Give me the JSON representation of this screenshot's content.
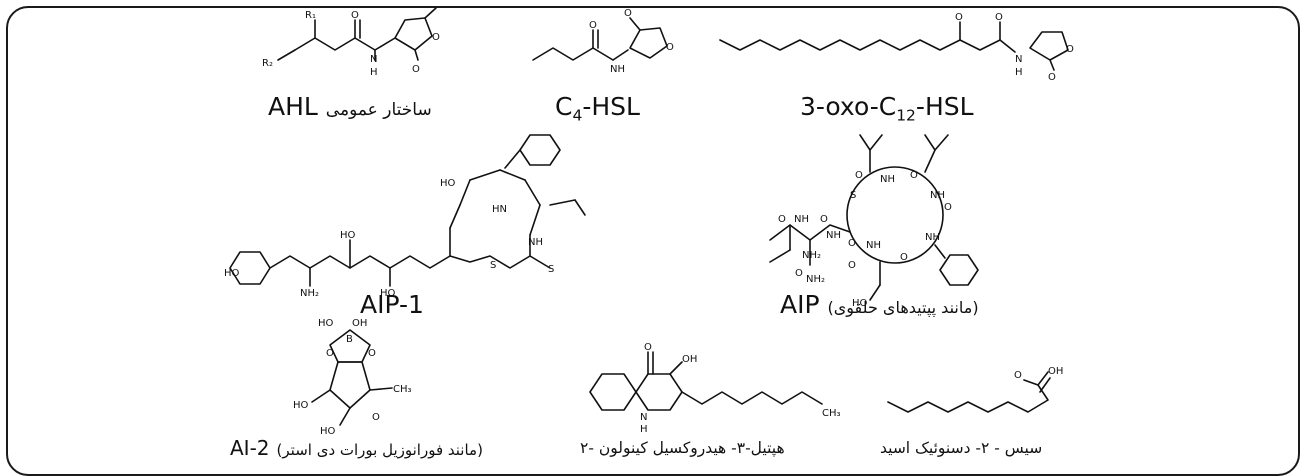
{
  "labels": {
    "ahl_prefix": "AHL",
    "ahl_general": "ساختار عمومی",
    "c4_pre": "C",
    "c4_sub": "4",
    "c4_post": "-HSL",
    "oxo_pre": "3-oxo-C",
    "oxo_sub": "12",
    "oxo_post": "-HSL",
    "aip1": "AIP-1",
    "aip": "AIP",
    "aip_note": "(مانند پپتیدهای حلقوی)",
    "ai2": "AI-2",
    "ai2_note": "(مانند فورانوزیل بورات دی استر)",
    "quinolone": "۲- هپتیل-۳- هیدروکسیل کینولون",
    "cis_acid": "سیس - ۲- دسنوئیک اسید"
  },
  "atoms": {
    "r1": "R₁",
    "r2": "R₂",
    "o": "O",
    "n": "N",
    "h": "H",
    "nh": "NH",
    "hn": "HN",
    "s": "S",
    "ho": "HO",
    "oh": "OH",
    "nh2": "NH₂",
    "b": "B",
    "ch3": "CH₃"
  }
}
